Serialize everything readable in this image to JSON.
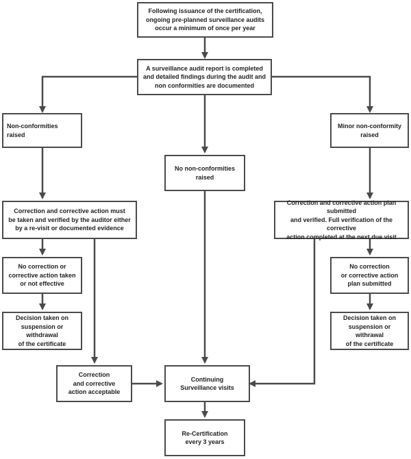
{
  "diagram": {
    "line_color": "#4a4a4a",
    "nodes": {
      "start": "Following issuance of the certification,\nongoing pre-planned surveillance audits\noccur a minimum of once per year",
      "report": "A surveillance audit report is completed\nand detailed findings during the audit and\nnon conformities are documented",
      "nc_raised": "Non-conformities raised",
      "no_nc": "No non-conformities\nraised",
      "minor_nc": "Minor non-conformity\nraised",
      "correction_left": "Correction and corrective action must\nbe taken and verified by the auditor either\nby a re-visit or documented evidence",
      "correction_right": "Correction and corrective action plan submitted\nand verified. Full verification of the corrective\naction completed at the next due visit",
      "no_correction_left": "No correction or\ncorrective action taken\nor not effective",
      "no_correction_right": "No correction\nor corrective action\nplan submitted",
      "decision_left": "Decision taken on\nsuspension or withdrawal\nof the certificate",
      "decision_right": "Decision taken on\nsuspension or withrawal\nof the certificate",
      "acceptable": "Correction\nand corrective\naction acceptable",
      "continuing": "Continuing\nSurveillance visits",
      "recert": "Re-Certification\nevery 3 years"
    }
  }
}
